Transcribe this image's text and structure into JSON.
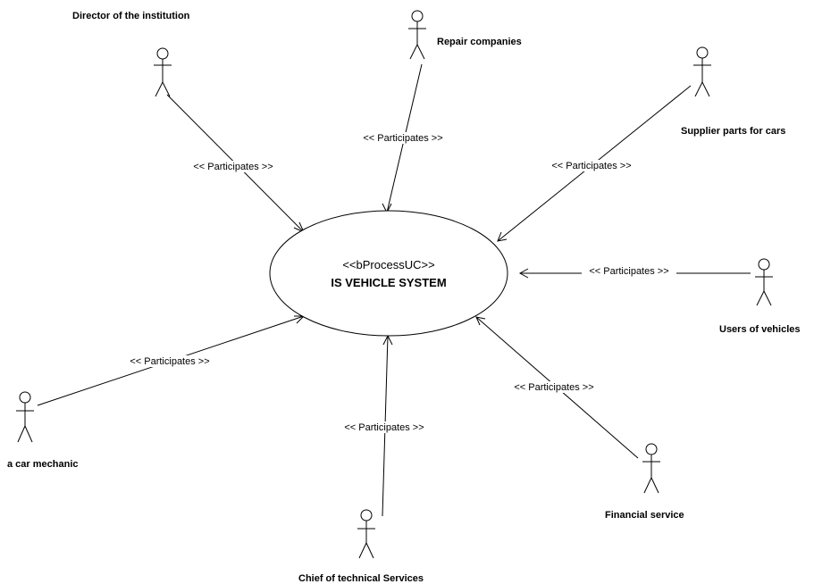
{
  "usecase": {
    "stereotype": "<<bProcessUC>>",
    "name": "IS VEHICLE SYSTEM"
  },
  "actors": [
    {
      "id": "director",
      "name": "Director of the institution"
    },
    {
      "id": "repair",
      "name": "Repair companies"
    },
    {
      "id": "supplier",
      "name": "Supplier parts for cars"
    },
    {
      "id": "users",
      "name": "Users of vehicles"
    },
    {
      "id": "financial",
      "name": "Financial service"
    },
    {
      "id": "chief",
      "name": "Chief of technical Services"
    },
    {
      "id": "mechanic",
      "name": "a car mechanic"
    }
  ],
  "connections": [
    {
      "actor": "director",
      "label": "<< Participates >>"
    },
    {
      "actor": "repair",
      "label": "<< Participates >>"
    },
    {
      "actor": "supplier",
      "label": "<< Participates >>"
    },
    {
      "actor": "users",
      "label": "<< Participates >>"
    },
    {
      "actor": "financial",
      "label": "<< Participates >>"
    },
    {
      "actor": "chief",
      "label": "<< Participates >>"
    },
    {
      "actor": "mechanic",
      "label": "<< Participates >>"
    }
  ]
}
